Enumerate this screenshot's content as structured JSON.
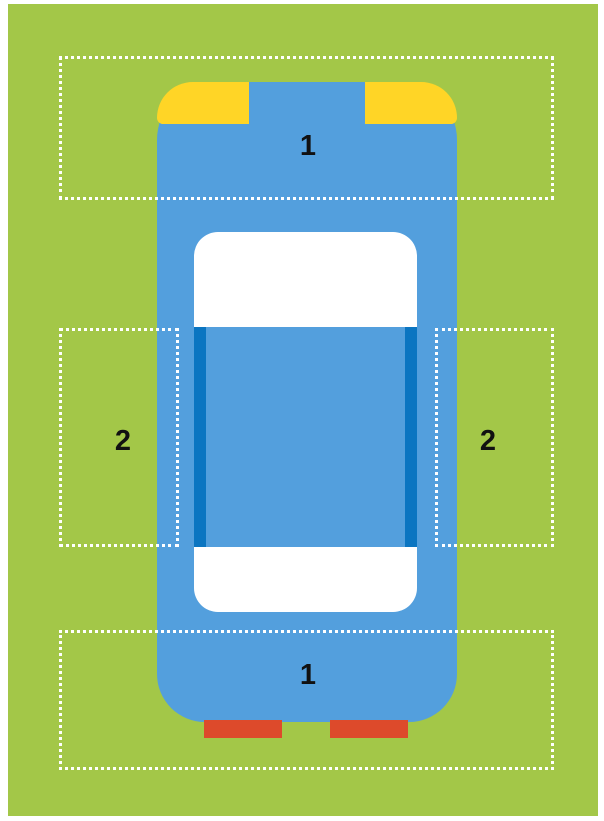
{
  "colors": {
    "background": "#a3c748",
    "car_body": "#539fdd",
    "headlights": "#ffd526",
    "taillights": "#dd4a2b",
    "windows": "#ffffff",
    "doors": "#0b75c1",
    "zone_outline": "#ffffff",
    "label_text": "#111111"
  },
  "zones": {
    "front": {
      "label": "1"
    },
    "rear": {
      "label": "1"
    },
    "left": {
      "label": "2"
    },
    "right": {
      "label": "2"
    }
  }
}
